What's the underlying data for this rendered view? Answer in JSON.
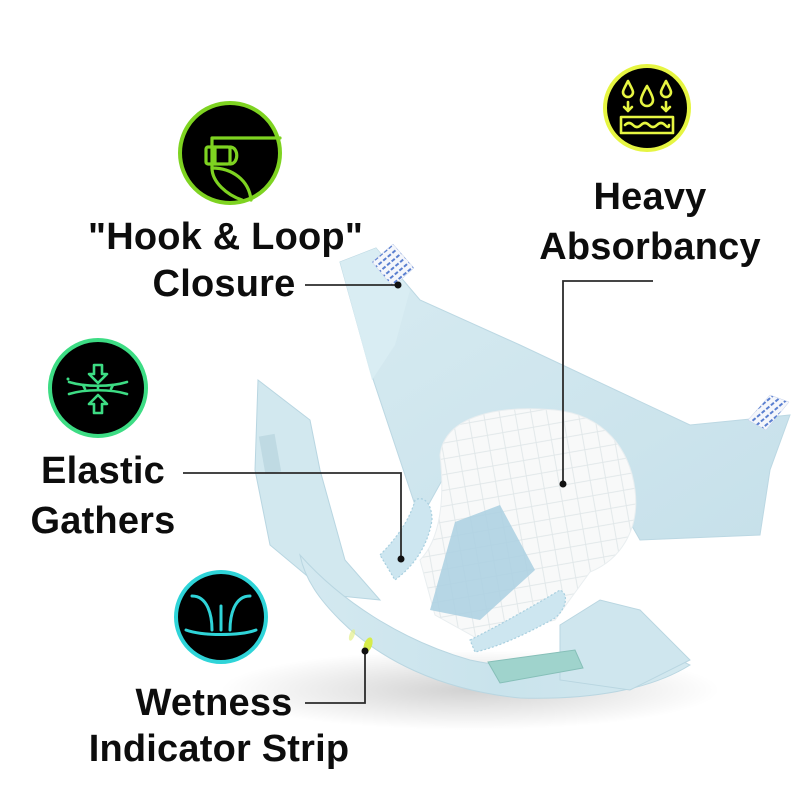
{
  "colors": {
    "background": "#ffffff",
    "text": "#0d0d0d",
    "leader_line": "#2b2b2b",
    "diaper_blue": "#cfe6ee",
    "diaper_blue_dark": "#b9d9e5",
    "pad_white": "#f7f8f8",
    "acquisition_strip": "#a9cfe0",
    "tape_green": "#9fd3cc",
    "fastener_blue": "#4a6ec9",
    "wetness_yellow": "#d6ec4a"
  },
  "features": [
    {
      "id": "hook-loop",
      "icon": "hook-loop-closure-icon",
      "icon_ring_color": "#7ed321",
      "icon_glyph_color": "#7ed321",
      "lines": [
        "\"Hook & Loop\"",
        "Closure"
      ]
    },
    {
      "id": "heavy-absorbancy",
      "icon": "absorbency-drops-icon",
      "icon_ring_color": "#e6f542",
      "icon_glyph_color": "#e6f542",
      "lines": [
        "Heavy",
        "Absorbancy"
      ]
    },
    {
      "id": "elastic-gathers",
      "icon": "elastic-compression-icon",
      "icon_ring_color": "#3ddc84",
      "icon_glyph_color": "#3ddc84",
      "lines": [
        "Elastic",
        "Gathers"
      ]
    },
    {
      "id": "wetness-indicator",
      "icon": "wetness-indicator-icon",
      "icon_ring_color": "#2fd4d8",
      "icon_glyph_color": "#2fd4d8",
      "lines": [
        "Wetness",
        "Indicator Strip"
      ]
    }
  ]
}
